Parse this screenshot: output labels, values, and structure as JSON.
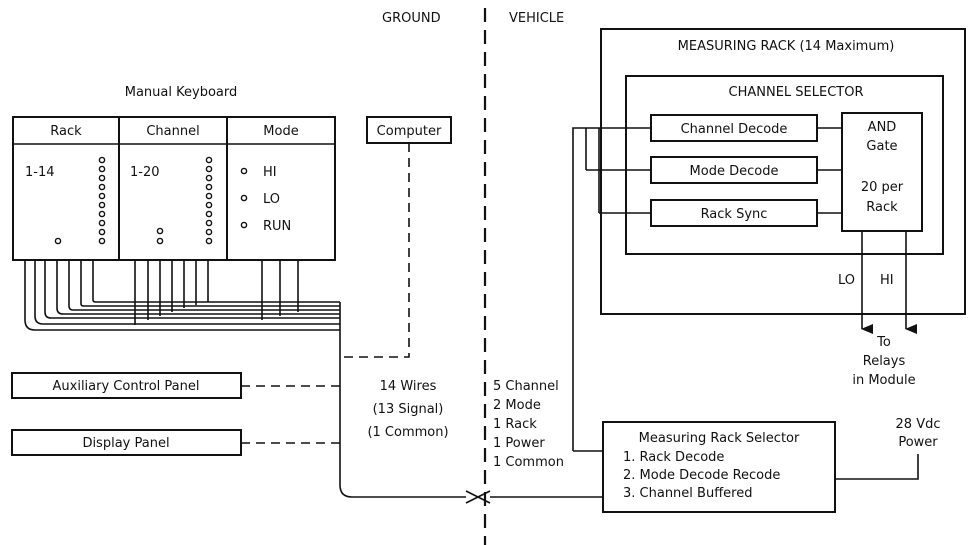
{
  "regions": {
    "ground": "GROUND",
    "vehicle": "VEHICLE"
  },
  "keyboard": {
    "title": "Manual Keyboard",
    "rack_header": "Rack",
    "channel_header": "Channel",
    "mode_header": "Mode",
    "rack_range": "1-14",
    "channel_range": "1-20",
    "modes": [
      "HI",
      "LO",
      "RUN"
    ]
  },
  "computer": "Computer",
  "auxiliary_panel": "Auxiliary Control Panel",
  "display_panel": "Display Panel",
  "ground_wires": [
    "14 Wires",
    "(13 Signal)",
    "(1 Common)"
  ],
  "vehicle_wires": [
    "5 Channel",
    "2 Mode",
    "1 Rack",
    "1 Power",
    "1 Common"
  ],
  "measuring_rack": "MEASURING RACK (14 Maximum)",
  "channel_selector": "CHANNEL SELECTOR",
  "decoders": [
    "Channel Decode",
    "Mode Decode",
    "Rack Sync"
  ],
  "and_gate": [
    "AND",
    "Gate",
    "20 per",
    "Rack"
  ],
  "outputs": {
    "lo": "LO",
    "hi": "HI"
  },
  "relays": [
    "To",
    "Relays",
    "in Module"
  ],
  "rack_selector": {
    "title": "Measuring Rack Selector",
    "items": [
      "1. Rack Decode",
      "2. Mode Decode Recode",
      "3. Channel Buffered"
    ]
  },
  "power": [
    "28 Vdc",
    "Power"
  ]
}
